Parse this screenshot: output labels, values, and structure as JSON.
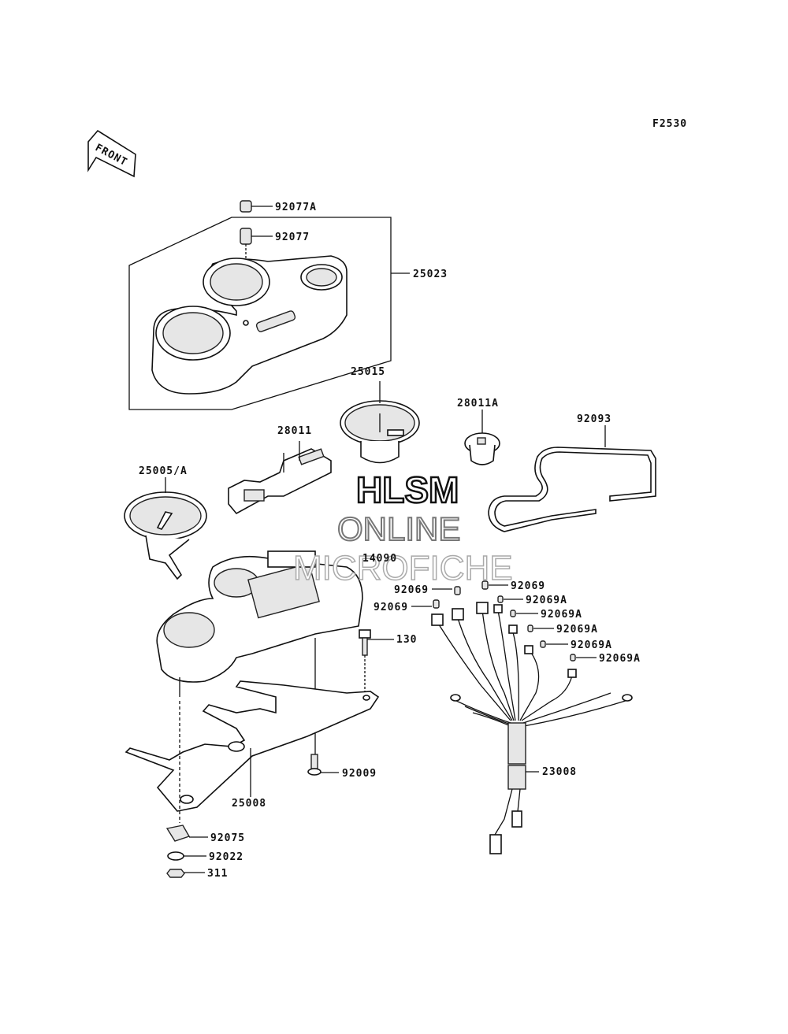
{
  "figure_code": "F2530",
  "front_label": "FRONT",
  "watermark": {
    "line1": "HLSM",
    "line2": "ONLINE",
    "line3": "MICROFICHE"
  },
  "parts": [
    "92077A",
    "92077",
    "25023",
    "25015",
    "28011A",
    "92093",
    "28011",
    "25005/A",
    "14090",
    "92069",
    "92069",
    "92069",
    "92069A",
    "92069A",
    "92069A",
    "92069A",
    "92069A",
    "130",
    "92009",
    "25008",
    "23008",
    "92075",
    "92022",
    "311"
  ]
}
